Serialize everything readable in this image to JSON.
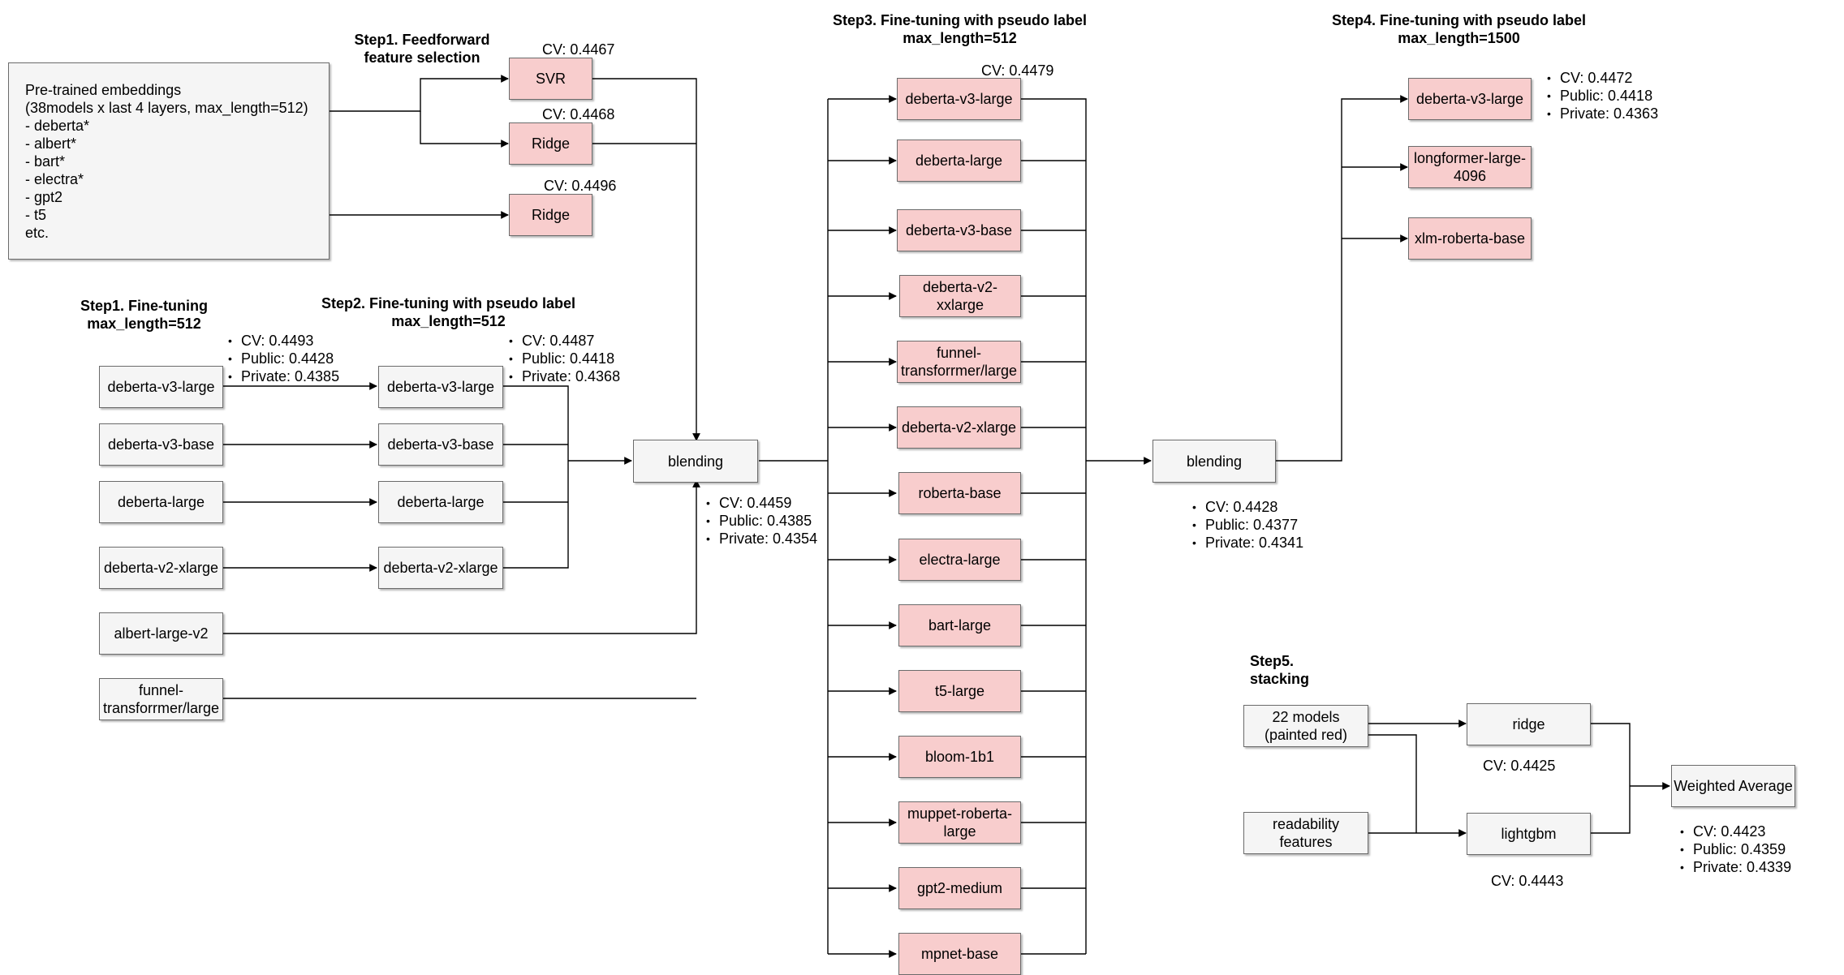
{
  "pretrained": {
    "lines": [
      "Pre-trained embeddings",
      "(38models x last 4 layers, max_length=512)",
      "- deberta*",
      "- albert*",
      "- bart*",
      "- electra*",
      "- gpt2",
      "- t5",
      "etc."
    ]
  },
  "step1_feedforward": {
    "title": [
      "Step1. Feedforward",
      "feature selection"
    ],
    "svr": {
      "label": "SVR",
      "cv": "CV: 0.4467"
    },
    "ridge1": {
      "label": "Ridge",
      "cv": "CV: 0.4468"
    },
    "ridge2": {
      "label": "Ridge",
      "cv": "CV: 0.4496"
    }
  },
  "step1_finetune": {
    "title": [
      "Step1. Fine-tuning",
      "max_length=512"
    ],
    "models": [
      "deberta-v3-large",
      "deberta-v3-base",
      "deberta-large",
      "deberta-v2-xlarge",
      "albert-large-v2",
      "funnel-transforrmer/large"
    ],
    "metrics": [
      "CV: 0.4493",
      "Public: 0.4428",
      "Private: 0.4385"
    ]
  },
  "step2": {
    "title": [
      "Step2. Fine-tuning with pseudo label",
      "max_length=512"
    ],
    "models": [
      "deberta-v3-large",
      "deberta-v3-base",
      "deberta-large",
      "deberta-v2-xlarge"
    ],
    "metrics": [
      "CV: 0.4487",
      "Public: 0.4418",
      "Private: 0.4368"
    ]
  },
  "blending1": {
    "label": "blending",
    "metrics": [
      "CV: 0.4459",
      "Public: 0.4385",
      "Private: 0.4354"
    ]
  },
  "step3": {
    "title": [
      "Step3. Fine-tuning with pseudo label",
      "max_length=512"
    ],
    "cv_top": "CV: 0.4479",
    "models": [
      "deberta-v3-large",
      "deberta-large",
      "deberta-v3-base",
      "deberta-v2-xxlarge",
      "funnel-transforrmer/large",
      "deberta-v2-xlarge",
      "roberta-base",
      "electra-large",
      "bart-large",
      "t5-large",
      "bloom-1b1",
      "muppet-roberta-large",
      "gpt2-medium",
      "mpnet-base"
    ]
  },
  "blending2": {
    "label": "blending",
    "metrics": [
      "CV: 0.4428",
      "Public: 0.4377",
      "Private: 0.4341"
    ]
  },
  "step4": {
    "title": [
      "Step4. Fine-tuning with pseudo label",
      "max_length=1500"
    ],
    "models": [
      "deberta-v3-large",
      "longformer-large-4096",
      "xlm-roberta-base"
    ],
    "metrics": [
      "CV: 0.4472",
      "Public: 0.4418",
      "Private: 0.4363"
    ]
  },
  "step5": {
    "title": "Step5. stacking",
    "models_box": "22 models (painted red)",
    "features_box": "readability features",
    "ridge": {
      "label": "ridge",
      "cv": "CV: 0.4425"
    },
    "lightgbm": {
      "label": "lightgbm",
      "cv": "CV: 0.4443"
    },
    "weighted": "Weighted Average",
    "metrics": [
      "CV: 0.4423",
      "Public: 0.4359",
      "Private: 0.4339"
    ]
  }
}
